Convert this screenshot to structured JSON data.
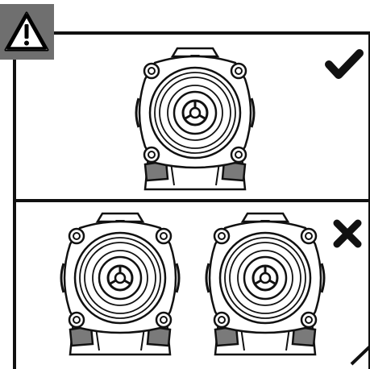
{
  "warning": {
    "icon": "warning-triangle-icon",
    "badge_color": "#6f6f6f"
  },
  "panels": [
    {
      "id": "correct",
      "status_icon": "checkmark-icon",
      "tool_count": 1
    },
    {
      "id": "incorrect",
      "status_icon": "cross-icon",
      "tool_count": 2
    }
  ],
  "colors": {
    "line": "#111111",
    "grip": "#7a7a7a",
    "background": "#ffffff"
  }
}
